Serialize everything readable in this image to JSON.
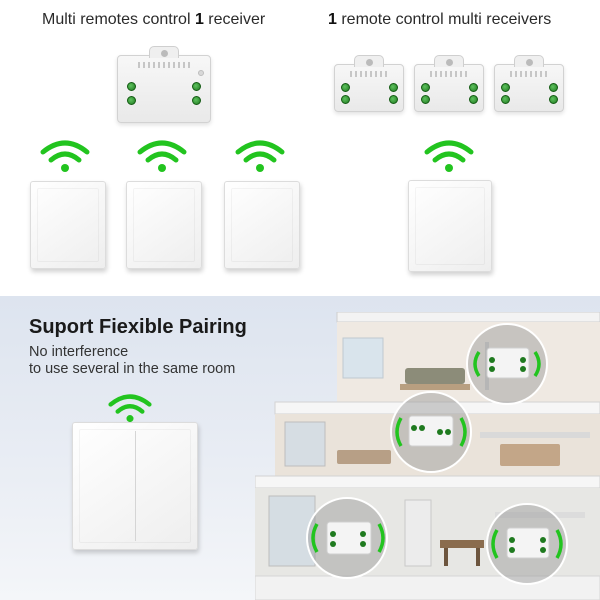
{
  "top": {
    "left_heading": {
      "pre": "Multi remotes control ",
      "num": "1",
      "post": " receiver"
    },
    "right_heading": {
      "num": "1",
      "post": " remote control multi receivers"
    }
  },
  "bottom": {
    "title": "Suport Fiexible Pairing",
    "subtitle_line1": "No interference",
    "subtitle_line2": "to use several in the same room"
  },
  "colors": {
    "wifi_green": "#22c41f",
    "terminal_green": "#1f7a1f",
    "bottom_bg": "#dde4ef"
  },
  "icons": [
    "wifi-signal-icon",
    "receiver-module-icon",
    "wall-switch-icon"
  ]
}
